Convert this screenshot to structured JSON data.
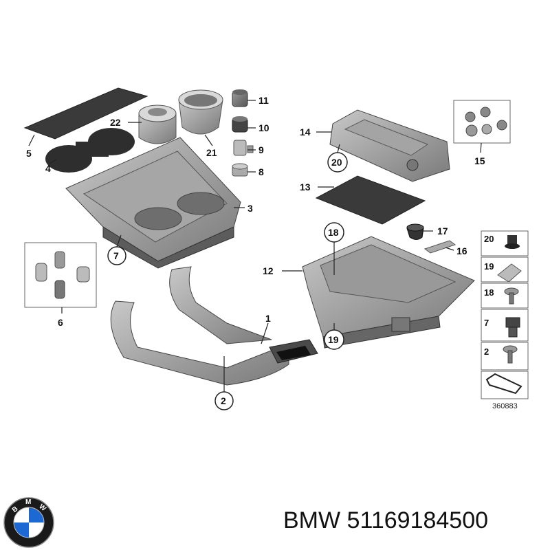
{
  "diagram": {
    "callouts": {
      "c1": "1",
      "c2": "2",
      "c3": "3",
      "c4": "4",
      "c5": "5",
      "c6": "6",
      "c7": "7",
      "c8": "8",
      "c9": "9",
      "c10": "10",
      "c11": "11",
      "c12": "12",
      "c13": "13",
      "c14": "14",
      "c15": "15",
      "c16": "16",
      "c17": "17",
      "c18": "18",
      "c19": "19",
      "c20": "20",
      "c21": "21",
      "c22": "22"
    },
    "legend_items": [
      "20",
      "19",
      "18",
      "7",
      "2"
    ],
    "reference_code": "360883"
  },
  "caption": {
    "brand": "BMW",
    "part_number": "51169184500"
  },
  "logo": {
    "letters": "BMW",
    "colors": {
      "blue": "#1c69d4",
      "ring": "#1a1a1a",
      "white": "#ffffff"
    }
  }
}
